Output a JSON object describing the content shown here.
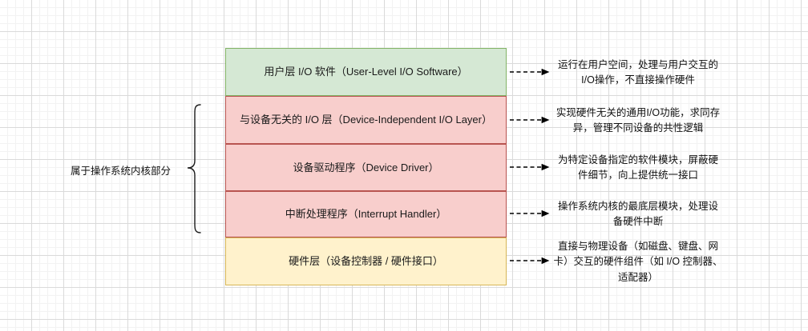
{
  "diagram": {
    "title_hidden": "",
    "left_group": {
      "label": "属于操作系统内核部分"
    },
    "layers": [
      {
        "id": "user-level-io-software",
        "label": "用户层 I/O 软件（User-Level I/O Software）",
        "fill": "#d5e8d4",
        "stroke": "#82b366",
        "note": "运行在用户空间，处理与用户交互的I/O操作，不直接操作硬件"
      },
      {
        "id": "device-independent-io-layer",
        "label": "与设备无关的 I/O 层（Device-Independent I/O Layer）",
        "fill": "#f8cecc",
        "stroke": "#b85450",
        "note": "实现硬件无关的通用I/O功能，求同存异，管理不同设备的共性逻辑"
      },
      {
        "id": "device-driver",
        "label": "设备驱动程序（Device Driver）",
        "fill": "#f8cecc",
        "stroke": "#b85450",
        "note": "为特定设备指定的软件模块，屏蔽硬件细节，向上提供统一接口"
      },
      {
        "id": "interrupt-handler",
        "label": "中断处理程序（Interrupt Handler）",
        "fill": "#f8cecc",
        "stroke": "#b85450",
        "note": "操作系统内核的最底层模块，处理设备硬件中断"
      },
      {
        "id": "hardware-layer",
        "label": "硬件层（设备控制器 / 硬件接口）",
        "fill": "#fff2cc",
        "stroke": "#d6b656",
        "note": "直接与物理设备（如磁盘、键盘、网卡）交互的硬件组件（如 I/O 控制器、适配器）"
      }
    ],
    "colors": {
      "grid_major": "#dadada",
      "grid_minor": "#f2f2f2",
      "connector": "#000000",
      "background": "#ffffff"
    }
  }
}
